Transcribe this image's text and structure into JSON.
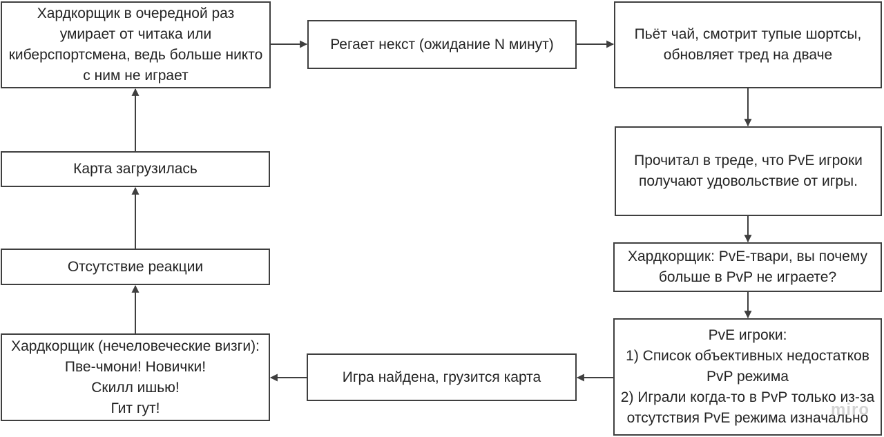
{
  "diagram": {
    "title": "PvP hardcore player loop flowchart",
    "nodes": [
      {
        "id": "hardcore-dies",
        "text": "Хардкорщик в очередной раз умирает от читака или киберспортсмена, ведь больше никто с ним не играет"
      },
      {
        "id": "reg-next",
        "text": "Регает некст (ожидание N минут)"
      },
      {
        "id": "drinks-tea",
        "text": "Пьёт чай, смотрит тупые шортсы, обновляет тред на дваче"
      },
      {
        "id": "read-thread",
        "text": "Прочитал в треде, что PvE игроки получают удовольствие от игры."
      },
      {
        "id": "pve-question",
        "text": "Хардкорщик: PvE-твари, вы почему больше в PvP не играете?"
      },
      {
        "id": "pve-players",
        "text": "PvE игроки:\n1) Список объективных недостатков PvP режима\n2) Играли когда-то в PvP только из-за отсутствия PvE режима изначально"
      },
      {
        "id": "game-found",
        "text": "Игра найдена, грузится карта"
      },
      {
        "id": "hardcore-screams",
        "text": "Хардкорщик (нечеловеческие визги):\nПве-чмони! Новички!\nСкилл ишью!\nГит гут!"
      },
      {
        "id": "no-reaction",
        "text": "Отсутствие реакции"
      },
      {
        "id": "map-loaded",
        "text": "Карта загрузилась"
      }
    ],
    "edges": [
      "hardcore-dies -> reg-next",
      "reg-next -> drinks-tea",
      "drinks-tea -> read-thread",
      "read-thread -> pve-question",
      "pve-question -> pve-players",
      "pve-players -> game-found",
      "game-found -> hardcore-screams",
      "hardcore-screams -> no-reaction",
      "no-reaction -> map-loaded",
      "map-loaded -> hardcore-dies"
    ],
    "colors": {
      "border": "#3f3f3f",
      "text": "#242424",
      "background": "#ffffff",
      "watermark": "#afafaf"
    }
  },
  "watermark": {
    "label": "miro"
  }
}
